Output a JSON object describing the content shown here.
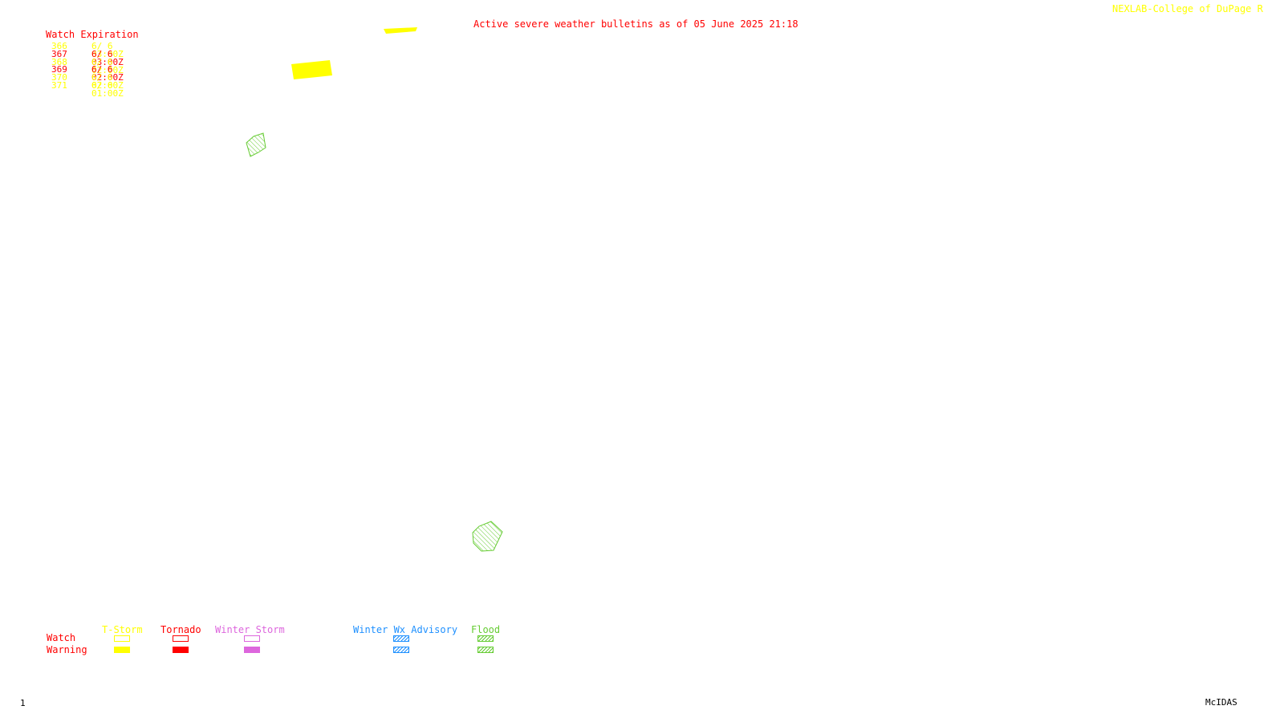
{
  "header": {
    "title": "Active severe weather bulletins as of 05 June 2025 21:18",
    "credit": "NEXLAB-College of DuPage R"
  },
  "watch_table": {
    "heading": "Watch Expiration",
    "rows": [
      {
        "number": "366",
        "expiration": "6/ 6 03:00Z",
        "color": "#ffff00"
      },
      {
        "number": "367",
        "expiration": "6/ 6 03:00Z",
        "color": "#ff0000"
      },
      {
        "number": "368",
        "expiration": "6/ 6 02:00Z",
        "color": "#ffff00"
      },
      {
        "number": "369",
        "expiration": "6/ 6 02:00Z",
        "color": "#ff0000"
      },
      {
        "number": "370",
        "expiration": "6/ 6 02:00Z",
        "color": "#ffff00"
      },
      {
        "number": "371",
        "expiration": "6/ 6 01:00Z",
        "color": "#ffff00"
      }
    ]
  },
  "legend": {
    "row_labels": {
      "watch": "Watch",
      "warning": "Warning"
    },
    "categories": [
      {
        "label": "T-Storm",
        "color": "#ffff00",
        "style": "solid"
      },
      {
        "label": "Tornado",
        "color": "#ff0000",
        "style": "solid"
      },
      {
        "label": "Winter Storm",
        "color": "#dd66dd",
        "style": "solid"
      },
      {
        "label": "Winter Wx Advisory",
        "color": "#1e90ff",
        "style": "hatched"
      },
      {
        "label": "Flood",
        "color": "#66cc33",
        "style": "hatched"
      }
    ]
  },
  "map_features": [
    {
      "type": "t-storm-warning",
      "color": "#ffff00"
    },
    {
      "type": "t-storm-warning",
      "color": "#ffff00"
    },
    {
      "type": "flood-warning",
      "color": "#66cc33"
    },
    {
      "type": "flood-warning",
      "color": "#66cc33"
    }
  ],
  "footer": {
    "frame_number": "1",
    "software": "McIDAS"
  }
}
